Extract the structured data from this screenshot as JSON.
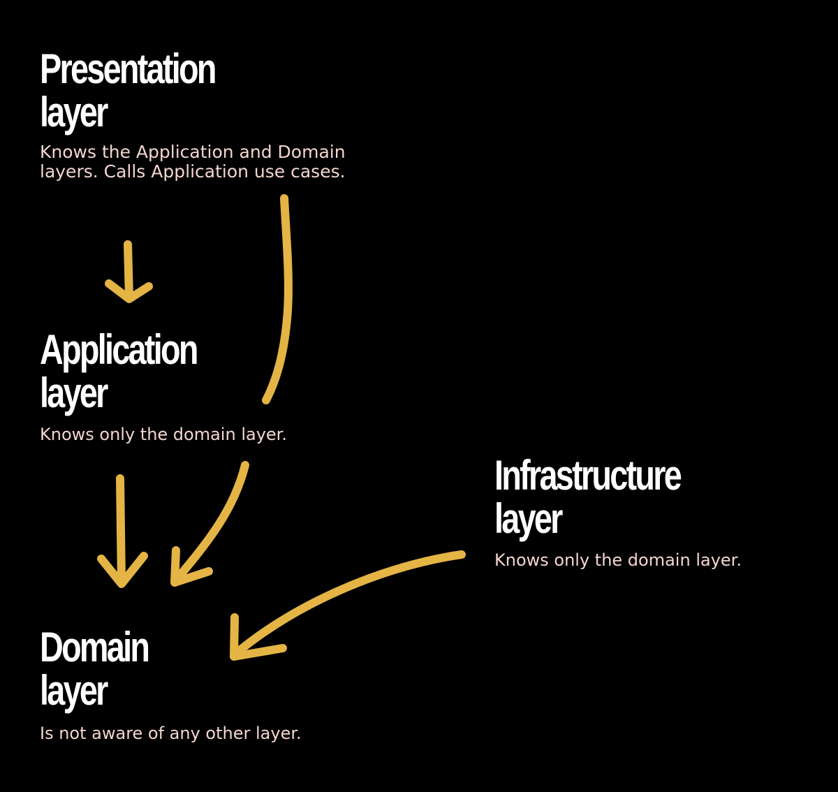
{
  "colors": {
    "background": "#000000",
    "title": "#ffffff",
    "description": "#f3d6cf",
    "arrow": "#e4b445"
  },
  "layers": {
    "presentation": {
      "title_line1": "Presentation",
      "title_line2": "layer",
      "desc_line1": "Knows the Application and Domain",
      "desc_line2": "layers. Calls Application use cases."
    },
    "application": {
      "title_line1": "Application",
      "title_line2": "layer",
      "desc": "Knows only the domain layer."
    },
    "infrastructure": {
      "title_line1": "Infrastructure",
      "title_line2": "layer",
      "desc": "Knows only the domain layer."
    },
    "domain": {
      "title_line1": "Domain",
      "title_line2": "layer",
      "desc": "Is not aware of any other layer."
    }
  },
  "arrows": [
    {
      "from": "presentation",
      "to": "application",
      "icon": "arrow-down-icon"
    },
    {
      "from": "presentation",
      "to": "domain",
      "icon": "curved-arrow-icon"
    },
    {
      "from": "application",
      "to": "domain",
      "icon": "arrow-down-icon"
    },
    {
      "from": "application",
      "to": "domain",
      "icon": "arrow-down-left-icon"
    },
    {
      "from": "infrastructure",
      "to": "domain",
      "icon": "arrow-left-icon"
    }
  ]
}
